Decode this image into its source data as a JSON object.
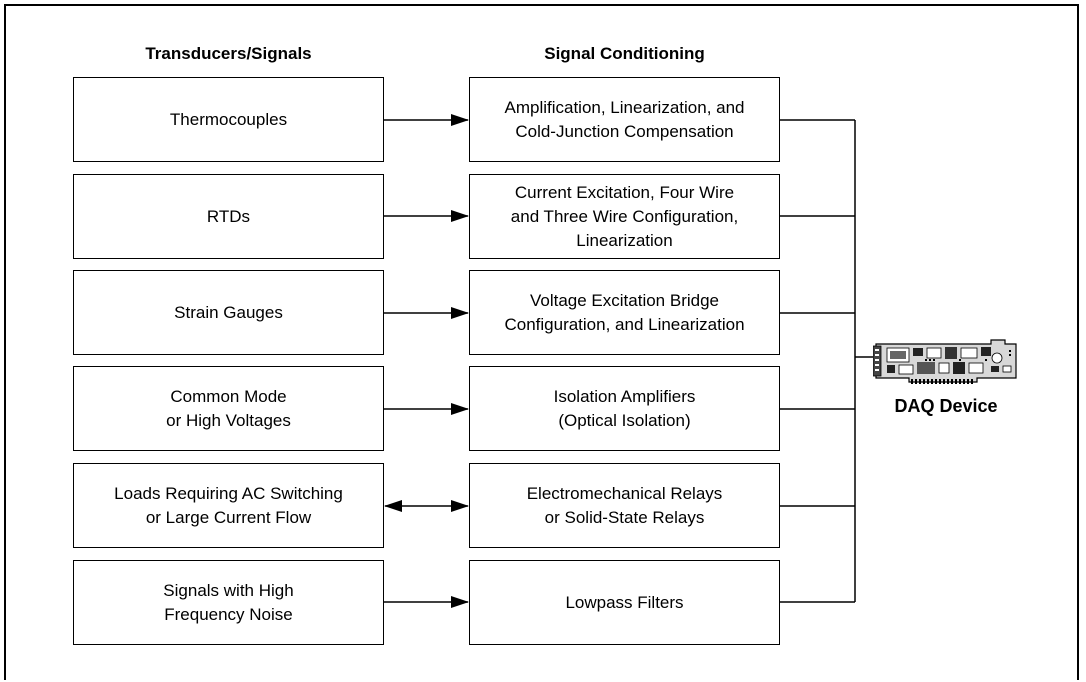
{
  "headers": {
    "left": "Transducers/Signals",
    "right": "Signal Conditioning"
  },
  "rows": [
    {
      "transducer": "Thermocouples",
      "conditioning": "Amplification, Linearization, and\nCold-Junction Compensation",
      "arrow": "single"
    },
    {
      "transducer": "RTDs",
      "conditioning": "Current Excitation, Four Wire\nand Three Wire Configuration,\nLinearization",
      "arrow": "single"
    },
    {
      "transducer": "Strain Gauges",
      "conditioning": "Voltage Excitation Bridge\nConfiguration, and Linearization",
      "arrow": "single"
    },
    {
      "transducer": "Common Mode\nor High Voltages",
      "conditioning": "Isolation Amplifiers\n(Optical Isolation)",
      "arrow": "single"
    },
    {
      "transducer": "Loads Requiring AC Switching\nor Large Current Flow",
      "conditioning": "Electromechanical Relays\nor Solid-State Relays",
      "arrow": "double"
    },
    {
      "transducer": "Signals with High\nFrequency Noise",
      "conditioning": "Lowpass Filters",
      "arrow": "single"
    }
  ],
  "device": {
    "label": "DAQ Device",
    "icon": "daq-board-icon"
  }
}
